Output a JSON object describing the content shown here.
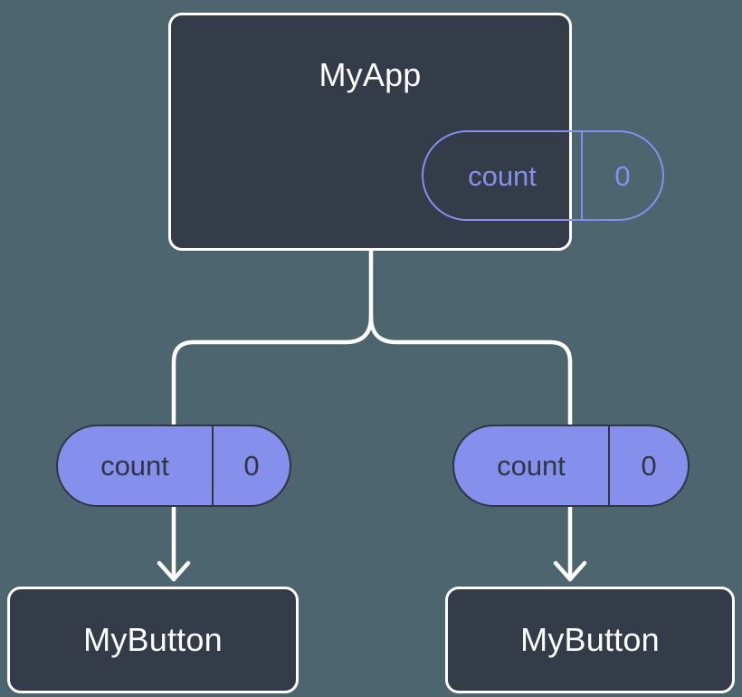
{
  "diagram": {
    "title": "MyApp component tree with count state",
    "background_color": "#4d656e",
    "node_fill_color": "#343b49",
    "node_border_color": "#ffffff",
    "state_accent_color": "#8590ed",
    "edge_color": "#ffffff"
  },
  "nodes": {
    "root": {
      "label": "MyApp",
      "state": {
        "key": "count",
        "value": "0"
      }
    },
    "left_child": {
      "label": "MyButton",
      "state": {
        "key": "count",
        "value": "0"
      }
    },
    "right_child": {
      "label": "MyButton",
      "state": {
        "key": "count",
        "value": "0"
      }
    }
  },
  "edges": [
    {
      "from": "root",
      "to": "left_child",
      "style": "elbow"
    },
    {
      "from": "root",
      "to": "right_child",
      "style": "elbow"
    },
    {
      "from": "left_state_pill",
      "to": "left_child",
      "style": "arrow"
    },
    {
      "from": "right_state_pill",
      "to": "right_child",
      "style": "arrow"
    }
  ]
}
